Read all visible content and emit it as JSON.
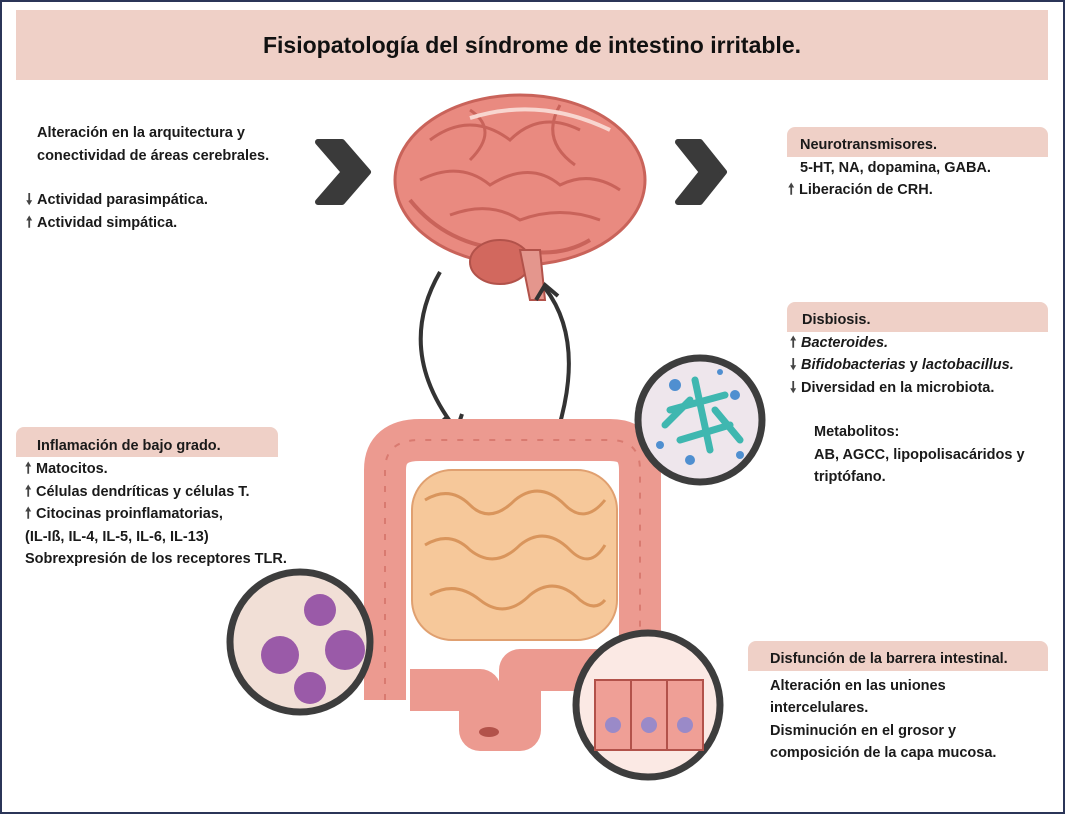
{
  "title": "Fisiopatología del síndrome de intestino irritable.",
  "brain_block": {
    "lines": [
      "Alteración en la arquitectura y",
      "conectividad de áreas cerebrales."
    ],
    "down_item": "Actividad parasimpática.",
    "up_item": "Actividad simpática."
  },
  "neuro": {
    "heading": "Neurotransmisores.",
    "line1": "5-HT, NA, dopamina, GABA.",
    "up_item": "Liberación de CRH."
  },
  "disbiosis": {
    "heading": "Disbiosis.",
    "up_bacteroides": "Bacteroides.",
    "bifido": "Bifidobacterias",
    "conj": " y ",
    "lacto": "lactobacillus.",
    "down_diversity": "Diversidad en la microbiota.",
    "metabolitos_heading": "Metabolitos:",
    "metabolitos_line1": "AB, AGCC, lipopolisacáridos y",
    "metabolitos_line2": "triptófano."
  },
  "inflamacion": {
    "heading": "Inflamación de bajo grado.",
    "up1": "Matocitos.",
    "up2": "Células dendríticas y células T.",
    "up3": "Citocinas proinflamatorias,",
    "line4": "(IL-Iß, IL-4, IL-5, IL-6, IL-13)",
    "line5": "Sobrexpresión de los receptores TLR."
  },
  "barrera": {
    "heading": "Disfunción de la barrera intestinal.",
    "line1": "Alteración en las uniones",
    "line2": "intercelulares.",
    "line3": "Disminución en el grosor y",
    "line4": "composición de la capa mucosa."
  },
  "arrows": {
    "up": "🠕",
    "down": "🠗"
  },
  "colors": {
    "banner": "#efd0c7",
    "frame": "#2b3558",
    "brain": "#e98a80",
    "intestine": "#ec9a90",
    "small_intestine": "#f6c89a"
  }
}
